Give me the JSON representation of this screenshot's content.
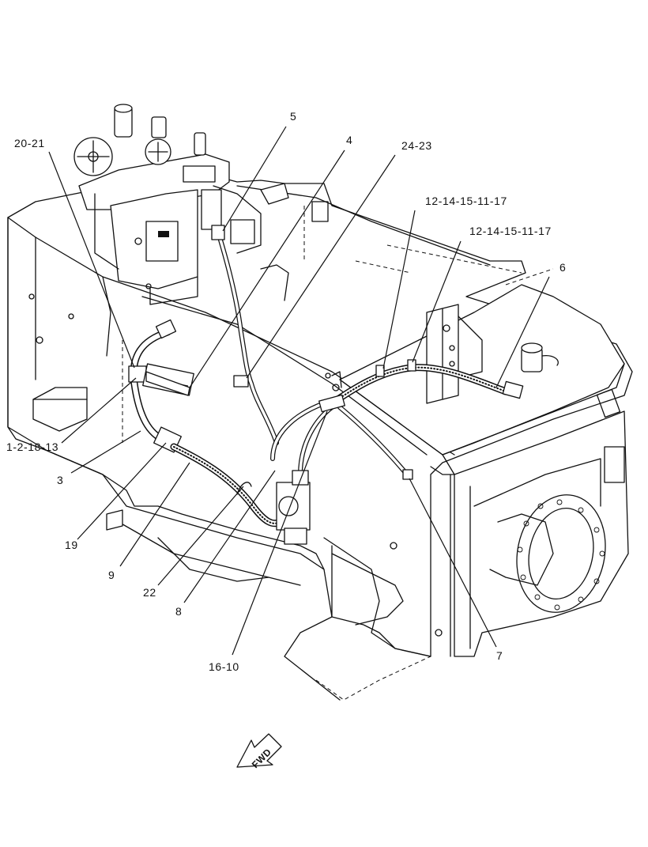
{
  "callouts": [
    {
      "id": "c-5",
      "label": "5"
    },
    {
      "id": "c-4",
      "label": "4"
    },
    {
      "id": "c-20-21",
      "label": "20-21"
    },
    {
      "id": "c-24-23",
      "label": "24-23"
    },
    {
      "id": "c-12-a",
      "label": "12-14-15-11-17"
    },
    {
      "id": "c-12-b",
      "label": "12-14-15-11-17"
    },
    {
      "id": "c-6",
      "label": "6"
    },
    {
      "id": "c-1-2-18-13",
      "label": "1-2-18-13"
    },
    {
      "id": "c-3",
      "label": "3"
    },
    {
      "id": "c-19",
      "label": "19"
    },
    {
      "id": "c-9",
      "label": "9"
    },
    {
      "id": "c-22",
      "label": "22"
    },
    {
      "id": "c-8",
      "label": "8"
    },
    {
      "id": "c-16-10",
      "label": "16-10"
    },
    {
      "id": "c-7",
      "label": "7"
    }
  ],
  "direction_arrow": {
    "label": "FWD"
  }
}
